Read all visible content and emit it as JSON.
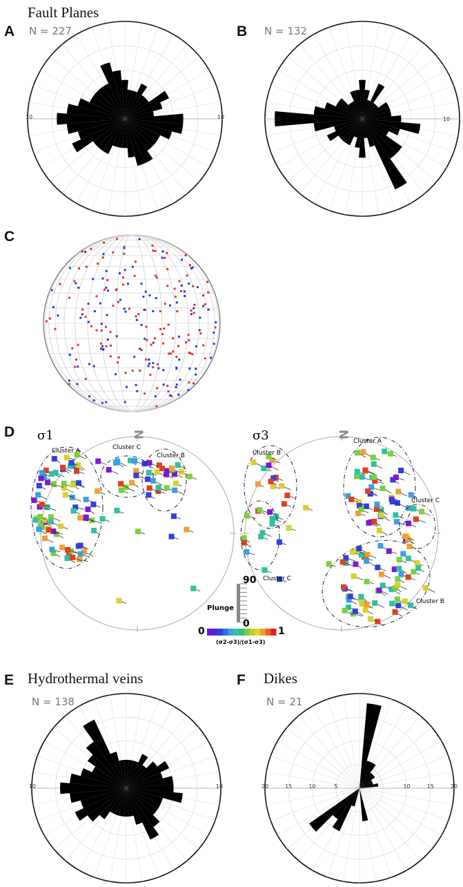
{
  "titles": {
    "fault_planes": "Fault Planes",
    "hydrothermal_veins": "Hydrothermal veins",
    "dikes": "Dikes"
  },
  "letters": {
    "a": "A",
    "b": "B",
    "c": "C",
    "d": "D",
    "e": "E",
    "f": "F"
  },
  "counts": {
    "a": "N = 227",
    "b": "N = 132",
    "e": "N = 138",
    "f": "N = 21"
  },
  "panel_d": {
    "sigma1": "σ1",
    "sigma3": "σ3",
    "north": "N",
    "clusters_left": [
      "Cluster A",
      "Cluster C",
      "Cluster B"
    ],
    "clusters_right": [
      "Cluster A",
      "Cluster B",
      "Cluster C",
      "Cluster C",
      "Cluster B"
    ],
    "plunge_label": "Plunge",
    "plunge_max": "90",
    "plunge_min": "0",
    "ratio_min": "0",
    "ratio_max": "1",
    "ratio_label": "(σ2-σ3)/(σ1-σ3)"
  },
  "chart_data": [
    {
      "panel": "A",
      "type": "rose",
      "n": 227,
      "radial_max": 10,
      "tick_labels": [
        "10",
        "10"
      ],
      "bin_width_deg": 10,
      "directions_deg": [
        0,
        10,
        20,
        30,
        40,
        50,
        60,
        70,
        80,
        90,
        100,
        110,
        120,
        130,
        140,
        150,
        160,
        170,
        180,
        190,
        200,
        210,
        220,
        230,
        240,
        250,
        260,
        270,
        280,
        290,
        300,
        310,
        320,
        330,
        340,
        350
      ],
      "values": [
        4,
        3,
        3,
        4,
        3,
        3,
        5,
        4,
        3,
        6,
        6,
        5,
        4,
        4,
        4,
        5,
        5,
        4,
        3,
        3,
        3,
        4,
        4,
        4,
        6,
        5,
        6,
        7,
        6,
        5,
        4,
        4,
        4,
        4,
        6,
        5
      ]
    },
    {
      "panel": "B",
      "type": "rose",
      "n": 132,
      "radial_max": 10,
      "tick_labels": [
        "10",
        "10"
      ],
      "bin_width_deg": 10,
      "directions_deg": [
        0,
        10,
        20,
        30,
        40,
        50,
        60,
        70,
        80,
        90,
        100,
        110,
        120,
        130,
        140,
        150,
        160,
        170,
        180,
        190,
        200,
        210,
        220,
        230,
        240,
        250,
        260,
        270,
        280,
        290,
        300,
        310,
        320,
        330,
        340,
        350
      ],
      "values": [
        4,
        3,
        2,
        4,
        2,
        2,
        3,
        3,
        3,
        4,
        6,
        4,
        3,
        5,
        5,
        8,
        3,
        2,
        4,
        3,
        2,
        3,
        3,
        3,
        4,
        3,
        5,
        9,
        5,
        4,
        3,
        3,
        2,
        2,
        3,
        3
      ]
    },
    {
      "panel": "C",
      "type": "scatter",
      "projection": "equal-area stereonet",
      "series": [
        {
          "color": "#e03030",
          "count": 120
        },
        {
          "color": "#1f3fd0",
          "count": 107
        }
      ]
    },
    {
      "panel": "D",
      "type": "scatter",
      "projection": "stereonet",
      "plots": [
        "σ1",
        "σ3"
      ],
      "colorscale": {
        "min": 0,
        "max": 1,
        "label": "(σ2-σ3)/(σ1-σ3)",
        "colors": [
          "#7a1ad6",
          "#3040e0",
          "#3aa0e0",
          "#30c0a0",
          "#7ad040",
          "#d8d030",
          "#f0a030",
          "#e04020"
        ]
      },
      "plunge_scale": {
        "min": 0,
        "max": 90,
        "label": "Plunge"
      }
    },
    {
      "panel": "E",
      "type": "rose",
      "n": 138,
      "radial_max": 10,
      "tick_labels": [
        "10",
        "10"
      ],
      "bin_width_deg": 10,
      "directions_deg": [
        0,
        10,
        20,
        30,
        40,
        50,
        60,
        70,
        80,
        90,
        100,
        110,
        120,
        130,
        140,
        150,
        160,
        170,
        180,
        190,
        200,
        210,
        220,
        230,
        240,
        250,
        260,
        270,
        280,
        290,
        300,
        310,
        320,
        330,
        340,
        350
      ],
      "values": [
        3,
        3,
        3,
        4,
        3,
        4,
        5,
        4,
        5,
        5,
        6,
        4,
        4,
        4,
        5,
        6,
        4,
        3,
        3,
        3,
        3,
        3,
        4,
        5,
        6,
        5,
        6,
        7,
        6,
        5,
        4,
        5,
        6,
        8,
        4,
        3
      ]
    },
    {
      "panel": "F",
      "type": "rose",
      "n": 21,
      "radial_max": 20,
      "tick_labels": [
        "20",
        "15",
        "10",
        "5",
        "10",
        "15",
        "20"
      ],
      "bin_width_deg": 10,
      "directions_deg": [
        0,
        10,
        20,
        30,
        40,
        50,
        60,
        70,
        80,
        90,
        100,
        110,
        120,
        130,
        140,
        150,
        160,
        170,
        180,
        190,
        200,
        210,
        220,
        230,
        240,
        250,
        260,
        270,
        280,
        290,
        300,
        310,
        320,
        330,
        340,
        350
      ],
      "values": [
        0,
        18,
        6,
        6,
        4,
        4,
        3,
        3,
        4,
        0,
        0,
        0,
        0,
        0,
        0,
        0,
        0,
        7,
        0,
        0,
        4,
        10,
        8,
        13,
        0,
        0,
        0,
        0,
        0,
        0,
        0,
        0,
        0,
        0,
        0,
        0
      ]
    }
  ]
}
